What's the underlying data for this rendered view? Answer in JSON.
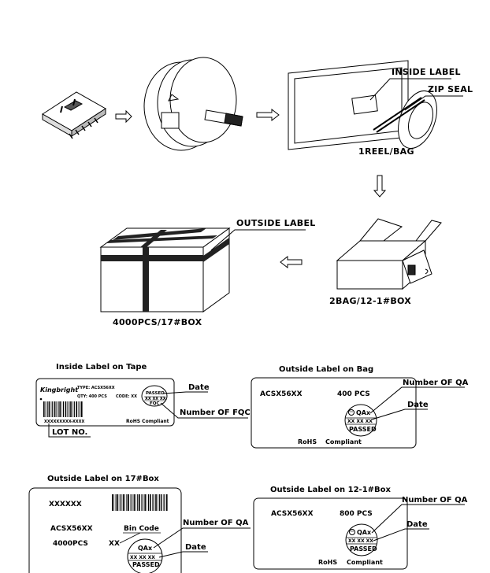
{
  "flow": {
    "inside_label": "INSIDE LABEL",
    "zip_seal": "ZIP SEAL",
    "reel_bag": "1REEL/BAG",
    "outside_label": "OUTSIDE LABEL",
    "bag_box": "2BAG/12-1#BOX",
    "pcs_box": "4000PCS/17#BOX"
  },
  "tape_label": {
    "title": "Inside Label on Tape",
    "brand": "Kingbright",
    "type_line": "TYPE: ACSX56XX",
    "qty_line": "QTY: 400 PCS",
    "code_line": "CODE: XX",
    "passed": "PASSED",
    "date_xx": "XX XX XX",
    "fqc": "FQC",
    "lot_code": "XXXXXXXXX-XXXX",
    "rohs": "RoHS Compliant",
    "callout_date": "Date",
    "callout_fqc": "Number OF FQC",
    "callout_lot": "LOT NO."
  },
  "bag_label": {
    "title": "Outside Label on Bag",
    "part": "ACSX56XX",
    "qty": "400 PCS",
    "qa": "QAx",
    "date_xx": "XX XX XX",
    "passed": "PASSED",
    "rohs": "RoHS",
    "compliant": "Compliant",
    "callout_qa": "Number OF QA",
    "callout_date": "Date"
  },
  "box17_label": {
    "title": "Outside Label on 17#Box",
    "code": "XXXXXX",
    "part": "ACSX56XX",
    "bin_code": "Bin Code",
    "qty": "4000PCS",
    "bin_xx": "XX",
    "qa": "QAx",
    "date_xx": "XX XX XX",
    "passed": "PASSED",
    "callout_qa": "Number OF QA",
    "callout_date": "Date"
  },
  "box12_label": {
    "title": "Outside Label on 12-1#Box",
    "part": "ACSX56XX",
    "qty": "800 PCS",
    "qa": "QAx",
    "date_xx": "XX XX XX",
    "passed": "PASSED",
    "rohs": "RoHS",
    "compliant": "Compliant",
    "callout_qa": "Number OF QA",
    "callout_date": "Date"
  }
}
